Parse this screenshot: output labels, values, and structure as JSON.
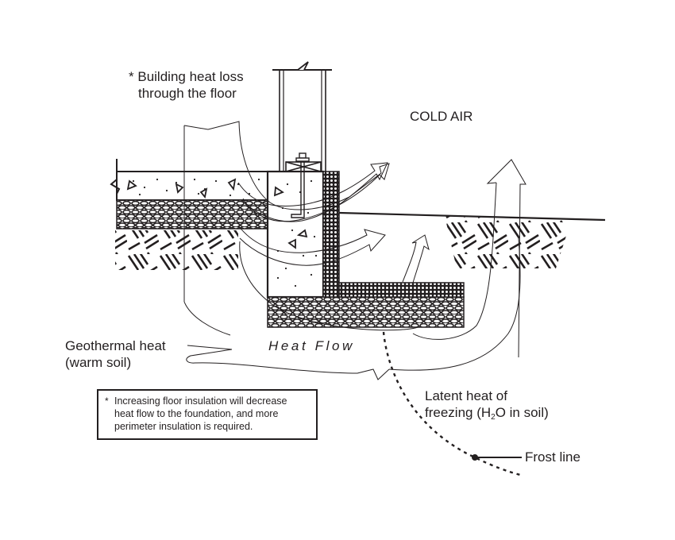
{
  "diagram": {
    "title": "Frost-protected shallow foundation heat flow",
    "labels": {
      "building_heat_loss_star": "*",
      "building_heat_loss_line1": "Building heat loss",
      "building_heat_loss_line2": "through the floor",
      "cold_air": "COLD AIR",
      "geothermal_line1": "Geothermal heat",
      "geothermal_line2": "(warm soil)",
      "heat_flow": "Heat Flow",
      "latent_line1": "Latent heat of",
      "latent_line2_pre": "freezing (H",
      "latent_line2_sub": "2",
      "latent_line2_post": "O in soil)",
      "frost_line": "Frost line"
    },
    "note": {
      "star": "*",
      "line1": "Increasing floor insulation will decrease",
      "line2": "heat flow to the foundation, and more",
      "line3": "perimeter insulation is required."
    },
    "colors": {
      "ink": "#231f20",
      "background": "#ffffff"
    },
    "components": [
      "wall-studs",
      "sill-plate",
      "anchor-bolt",
      "floor-slab",
      "gravel-base",
      "foundation-footing",
      "vertical-insulation",
      "horizontal-wing-insulation",
      "grade-line",
      "native-soil",
      "frost-line-curve",
      "heat-flow-arrows"
    ]
  }
}
